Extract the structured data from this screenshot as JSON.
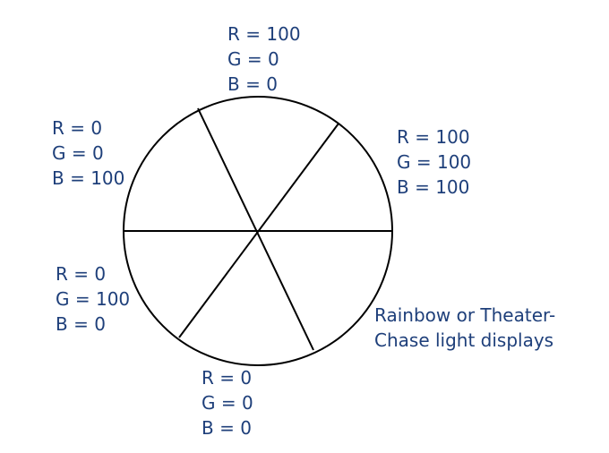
{
  "segments": {
    "top": {
      "r": "R = 100",
      "g": "G = 0",
      "b": "B = 0"
    },
    "upper_right": {
      "r": "R = 100",
      "g": "G = 100",
      "b": "B = 100"
    },
    "upper_left": {
      "r": "R = 0",
      "g": "G = 0",
      "b": "B = 100"
    },
    "lower_left": {
      "r": "R = 0",
      "g": "G = 100",
      "b": "B = 0"
    },
    "bottom": {
      "r": "R = 0",
      "g": "G = 0",
      "b": "B = 0"
    }
  },
  "caption": {
    "line1": "Rainbow or Theater-",
    "line2": "Chase light displays"
  },
  "colors": {
    "text": "#1e3f7a",
    "stroke": "#000000"
  }
}
